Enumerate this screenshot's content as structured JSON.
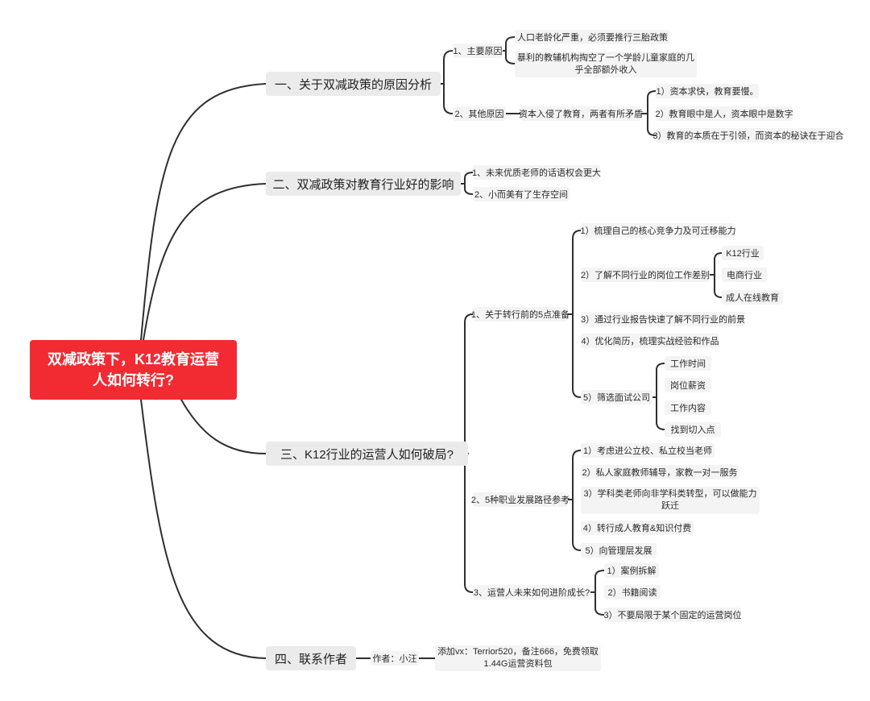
{
  "root": {
    "title": "双减政策下，K12教育运营人如何转行?"
  },
  "branches": {
    "b1": {
      "title": "一、关于双减政策的原因分析",
      "r1": {
        "label": "1、主要原因",
        "c1": "人口老龄化严重，必须要推行三胎政策",
        "c2": "暴利的教辅机构掏空了一个学龄儿童家庭的几乎全部额外收入"
      },
      "r2": {
        "label": "2、其他原因",
        "mid": "资本入侵了教育，两者有所矛盾",
        "c1": "1）资本求快，教育要慢。",
        "c2": "2）教育眼中是人，资本眼中是数字",
        "c3": "3）教育的本质在于引领，而资本的秘诀在于迎合"
      }
    },
    "b2": {
      "title": "二、双减政策对教育行业好的影响",
      "c1": "1、未来优质老师的话语权会更大",
      "c2": "2、小而美有了生存空间"
    },
    "b3": {
      "title": "三、K12行业的运营人如何破局?",
      "s1": {
        "label": "1、关于转行前的5点准备",
        "i1": "1）梳理自己的核心竞争力及可迁移能力",
        "i2": {
          "label": "2）了解不同行业的岗位工作差别",
          "c1": "K12行业",
          "c2": "电商行业",
          "c3": "成人在线教育"
        },
        "i3": "3）通过行业报告快速了解不同行业的前景",
        "i4": "4）优化简历，梳理实战经验和作品",
        "i5": {
          "label": "5）筛选面试公司",
          "c1": "工作时间",
          "c2": "岗位薪资",
          "c3": "工作内容",
          "c4": "找到切入点"
        }
      },
      "s2": {
        "label": "2、5种职业发展路径参考",
        "i1": "1）考虑进公立校、私立校当老师",
        "i2": "2）私人家庭教师辅导，家教一对一服务",
        "i3": "3）学科类老师向非学科类转型，可以做能力跃迁",
        "i4": "4）转行成人教育&知识付费",
        "i5": "5）向管理层发展"
      },
      "s3": {
        "label": "3、运营人未来如何进阶成长?",
        "i1": "1）案例拆解",
        "i2": "2）书籍阅读",
        "i3": "3）不要局限于某个固定的运营岗位"
      }
    },
    "b4": {
      "title": "四、联系作者",
      "author": "作者：小汪",
      "contact": "添加vx：Terrior520，备注666，免费领取1.44G运营资料包"
    }
  }
}
